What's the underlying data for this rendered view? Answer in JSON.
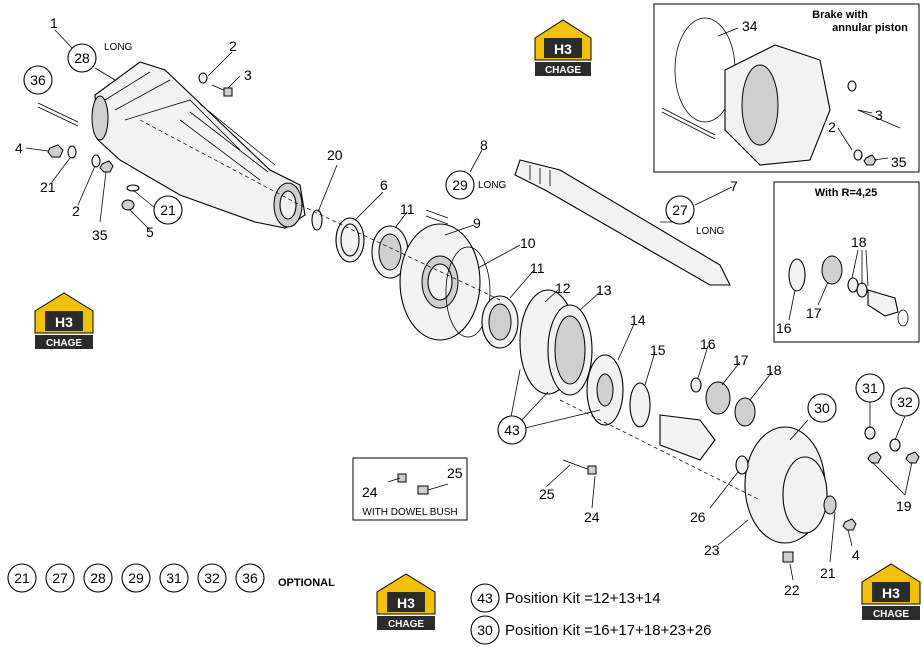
{
  "inset_brake": {
    "title_line1": "Brake with",
    "title_line2": "annular piston"
  },
  "inset_r": {
    "title": "With R=4,25"
  },
  "inset_dowel": {
    "label": "WITH DOWEL BUSH"
  },
  "notes": {
    "long": "LONG",
    "optional": "OPTIONAL"
  },
  "optional_refs": [
    "21",
    "27",
    "28",
    "29",
    "31",
    "32",
    "36"
  ],
  "kits": [
    {
      "ref": "43",
      "text": "Position Kit =12+13+14"
    },
    {
      "ref": "30",
      "text": "Position Kit =16+17+18+23+26"
    }
  ],
  "logo": {
    "mark": "H3",
    "brand": "CHAGE"
  },
  "callouts": {
    "c1": "1",
    "c2": "2",
    "c3": "3",
    "c4": "4",
    "c5": "5",
    "c6": "6",
    "c7": "7",
    "c8": "8",
    "c9": "9",
    "c10": "10",
    "c11": "11",
    "c12": "12",
    "c13": "13",
    "c14": "14",
    "c15": "15",
    "c16": "16",
    "c17": "17",
    "c18": "18",
    "c19": "19",
    "c20": "20",
    "c21": "21",
    "c22": "22",
    "c23": "23",
    "c24": "24",
    "c25": "25",
    "c26": "26",
    "c27": "27",
    "c28": "28",
    "c29": "29",
    "c30": "30",
    "c31": "31",
    "c32": "32",
    "c34": "34",
    "c35": "35",
    "c36": "36",
    "c43": "43"
  }
}
